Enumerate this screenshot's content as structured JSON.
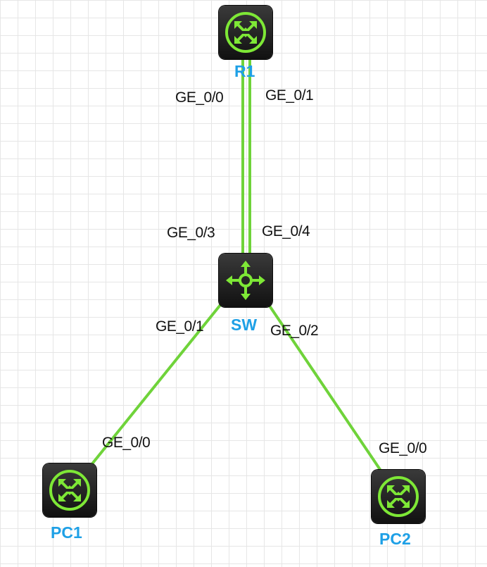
{
  "colors": {
    "link": "#6fd33a",
    "device_body": "#1a1a1a",
    "icon": "#7ee836",
    "label": "#1ea0e6",
    "grid": "#e6e6e6"
  },
  "devices": {
    "r1": {
      "label": "R1",
      "icon": "router-icon"
    },
    "sw": {
      "label": "SW",
      "icon": "switch-icon"
    },
    "pc1": {
      "label": "PC1",
      "icon": "router-icon"
    },
    "pc2": {
      "label": "PC2",
      "icon": "router-icon"
    }
  },
  "ports": {
    "r1_ge00": "GE_0/0",
    "r1_ge01": "GE_0/1",
    "sw_ge03": "GE_0/3",
    "sw_ge04": "GE_0/4",
    "sw_ge01": "GE_0/1",
    "sw_ge02": "GE_0/2",
    "pc1_ge00": "GE_0/0",
    "pc2_ge00": "GE_0/0"
  }
}
